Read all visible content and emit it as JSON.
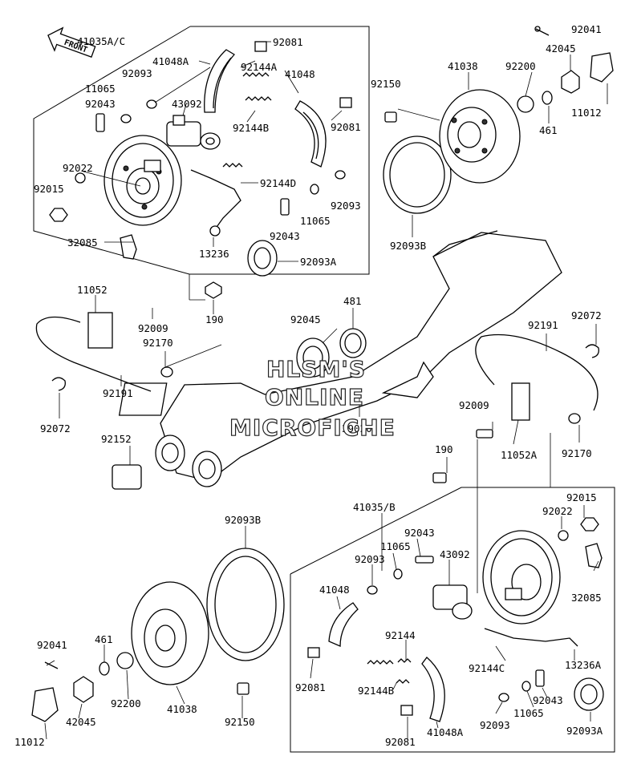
{
  "front_label": "FRONT",
  "watermark": [
    "HLSM'S",
    "ONLINE",
    "MICROFICHE"
  ],
  "labels": [
    "41035A/C",
    "92081",
    "41048A",
    "92093",
    "11065",
    "92144A",
    "41048",
    "92043",
    "43092",
    "92144B",
    "92081",
    "92022",
    "92144D",
    "92015",
    "11065",
    "92093",
    "92043",
    "32085",
    "13236",
    "92093A",
    "92041",
    "42045",
    "41038",
    "92200",
    "92150",
    "11012",
    "461",
    "92093B",
    "11052",
    "92009",
    "190",
    "481",
    "92045",
    "92170",
    "92072",
    "92191",
    "92072",
    "92191",
    "39020",
    "92009",
    "11052A",
    "92170",
    "92152",
    "190",
    "92015",
    "41035/B",
    "92022",
    "92043",
    "11065",
    "92093",
    "43092",
    "92093B",
    "41048",
    "32085",
    "92144",
    "13236A",
    "92144C",
    "92041",
    "461",
    "92081",
    "92144B",
    "92043",
    "11065",
    "42045",
    "92200",
    "41038",
    "92150",
    "92093",
    "92093A",
    "11012",
    "92081",
    "41048A"
  ]
}
